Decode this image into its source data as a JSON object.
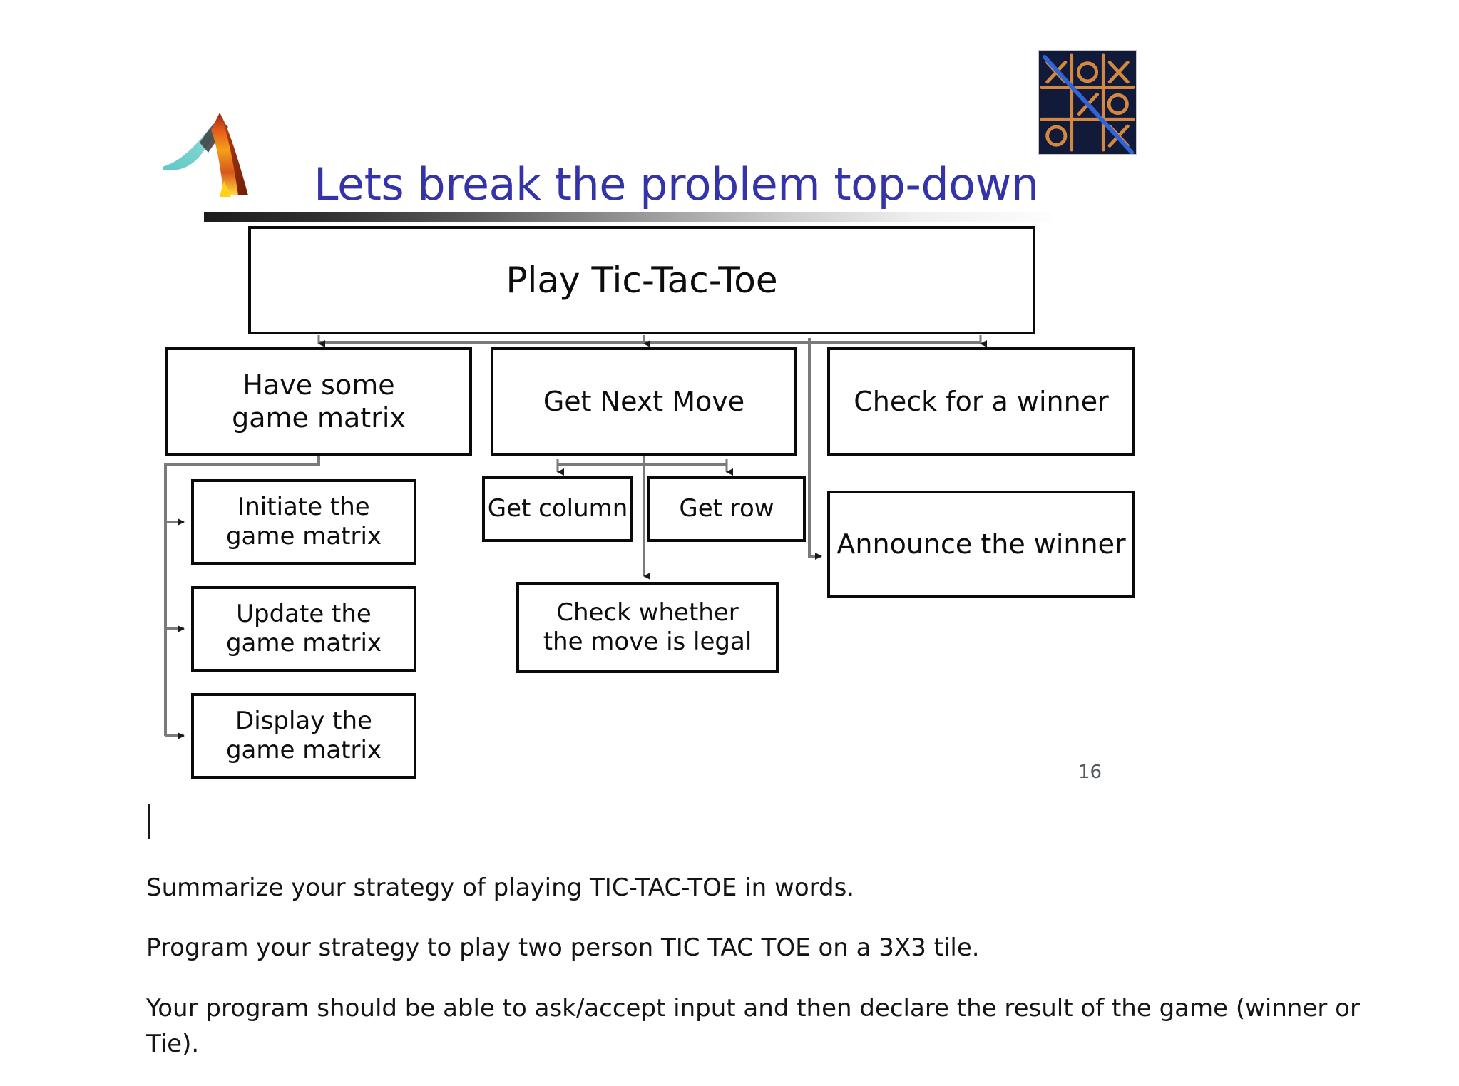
{
  "slide": {
    "title": "Lets break the problem top-down",
    "title_color": "#3434a8",
    "page_number": "16",
    "logo": {
      "name": "matlab-membrane-logo"
    },
    "thumbnail": {
      "name": "tic-tac-toe-thumbnail",
      "background_color": "#111a38",
      "grid_color": "#d4883f",
      "strike_color": "#2f63d8",
      "cells": [
        "X",
        "O",
        "X",
        "",
        "X",
        "O",
        "O",
        "",
        "X"
      ]
    },
    "flowchart": {
      "type": "top-down decomposition",
      "nodes": [
        {
          "id": "root",
          "label": "Play Tic-Tac-Toe",
          "level": 0
        },
        {
          "id": "have",
          "label": "Have some\ngame matrix",
          "level": 1
        },
        {
          "id": "next",
          "label": "Get Next Move",
          "level": 1
        },
        {
          "id": "winner",
          "label": "Check for a winner",
          "level": 1
        },
        {
          "id": "initiate",
          "label": "Initiate the\ngame matrix",
          "level": 2
        },
        {
          "id": "update",
          "label": "Update the\ngame matrix",
          "level": 2
        },
        {
          "id": "display",
          "label": "Display the\ngame matrix",
          "level": 2
        },
        {
          "id": "getcol",
          "label": "Get column",
          "level": 2
        },
        {
          "id": "getrow",
          "label": "Get row",
          "level": 2
        },
        {
          "id": "legal",
          "label": "Check whether\nthe move is legal",
          "level": 2
        },
        {
          "id": "announce",
          "label": "Announce the winner",
          "level": 2
        }
      ],
      "edges": [
        {
          "from": "root",
          "to": "have"
        },
        {
          "from": "root",
          "to": "next"
        },
        {
          "from": "root",
          "to": "winner"
        },
        {
          "from": "have",
          "to": "initiate"
        },
        {
          "from": "have",
          "to": "update"
        },
        {
          "from": "have",
          "to": "display"
        },
        {
          "from": "next",
          "to": "getcol"
        },
        {
          "from": "next",
          "to": "getrow"
        },
        {
          "from": "next",
          "to": "legal"
        },
        {
          "from": "winner",
          "to": "announce"
        }
      ]
    }
  },
  "document": {
    "paragraphs": [
      "Summarize your strategy of playing TIC-TAC-TOE in words.",
      "Program your strategy to play two person TIC TAC TOE on a 3X3 tile.",
      "Your program should be able to ask/accept input and then declare the result of the game (winner or Tie)."
    ]
  }
}
